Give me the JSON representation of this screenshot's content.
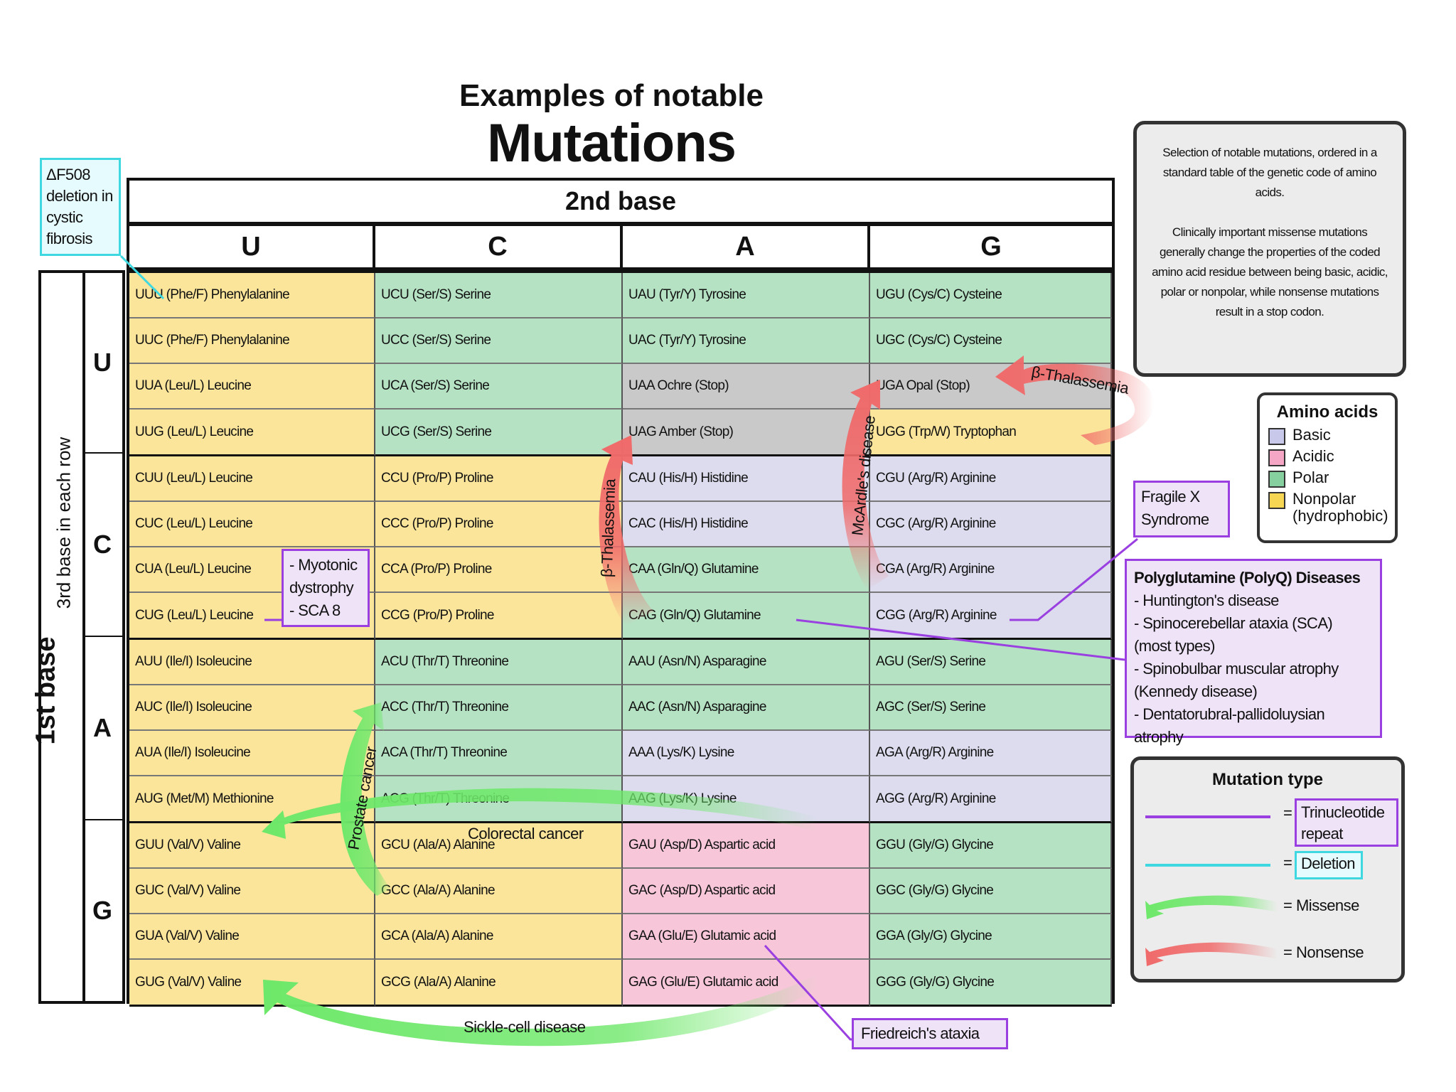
{
  "title_line1": "Examples of notable",
  "title_line2": "Mutations",
  "second_base_label": "2nd base",
  "first_base_label": "1st base",
  "third_base_label": "3rd base in each row",
  "column_headers": [
    "U",
    "C",
    "A",
    "G"
  ],
  "row_headers": [
    "U",
    "C",
    "A",
    "G"
  ],
  "cells": [
    [
      [
        {
          "text": "UUU (Phe/F) Phenylalanine",
          "class": "nonpolar"
        },
        {
          "text": "UUC (Phe/F) Phenylalanine",
          "class": "nonpolar"
        },
        {
          "text": "UUA (Leu/L) Leucine",
          "class": "nonpolar"
        },
        {
          "text": "UUG (Leu/L) Leucine",
          "class": "nonpolar"
        }
      ],
      [
        {
          "text": "UCU (Ser/S) Serine",
          "class": "polar"
        },
        {
          "text": "UCC (Ser/S) Serine",
          "class": "polar"
        },
        {
          "text": "UCA (Ser/S) Serine",
          "class": "polar"
        },
        {
          "text": "UCG (Ser/S) Serine",
          "class": "polar"
        }
      ],
      [
        {
          "text": "UAU (Tyr/Y) Tyrosine",
          "class": "polar"
        },
        {
          "text": "UAC (Tyr/Y) Tyrosine",
          "class": "polar"
        },
        {
          "text": "UAA Ochre (Stop)",
          "class": "stop"
        },
        {
          "text": "UAG Amber (Stop)",
          "class": "stop"
        }
      ],
      [
        {
          "text": "UGU (Cys/C) Cysteine",
          "class": "polar"
        },
        {
          "text": "UGC (Cys/C) Cysteine",
          "class": "polar"
        },
        {
          "text": "UGA Opal (Stop)",
          "class": "stop"
        },
        {
          "text": "UGG (Trp/W) Tryptophan",
          "class": "nonpolar"
        }
      ]
    ],
    [
      [
        {
          "text": "CUU (Leu/L) Leucine",
          "class": "nonpolar"
        },
        {
          "text": "CUC (Leu/L) Leucine",
          "class": "nonpolar"
        },
        {
          "text": "CUA (Leu/L) Leucine",
          "class": "nonpolar"
        },
        {
          "text": "CUG (Leu/L) Leucine",
          "class": "nonpolar"
        }
      ],
      [
        {
          "text": "CCU (Pro/P) Proline",
          "class": "nonpolar"
        },
        {
          "text": "CCC (Pro/P) Proline",
          "class": "nonpolar"
        },
        {
          "text": "CCA (Pro/P) Proline",
          "class": "nonpolar"
        },
        {
          "text": "CCG (Pro/P) Proline",
          "class": "nonpolar"
        }
      ],
      [
        {
          "text": "CAU (His/H) Histidine",
          "class": "basic"
        },
        {
          "text": "CAC (His/H) Histidine",
          "class": "basic"
        },
        {
          "text": "CAA (Gln/Q) Glutamine",
          "class": "polar"
        },
        {
          "text": "CAG (Gln/Q) Glutamine",
          "class": "polar"
        }
      ],
      [
        {
          "text": "CGU (Arg/R) Arginine",
          "class": "basic"
        },
        {
          "text": "CGC (Arg/R) Arginine",
          "class": "basic"
        },
        {
          "text": "CGA (Arg/R) Arginine",
          "class": "basic"
        },
        {
          "text": "CGG (Arg/R) Arginine",
          "class": "basic"
        }
      ]
    ],
    [
      [
        {
          "text": "AUU (Ile/I) Isoleucine",
          "class": "nonpolar"
        },
        {
          "text": "AUC (Ile/I) Isoleucine",
          "class": "nonpolar"
        },
        {
          "text": "AUA (Ile/I) Isoleucine",
          "class": "nonpolar"
        },
        {
          "text": "AUG (Met/M) Methionine",
          "class": "nonpolar"
        }
      ],
      [
        {
          "text": "ACU (Thr/T) Threonine",
          "class": "polar"
        },
        {
          "text": "ACC (Thr/T) Threonine",
          "class": "polar"
        },
        {
          "text": "ACA (Thr/T) Threonine",
          "class": "polar"
        },
        {
          "text": "ACG (Thr/T) Threonine",
          "class": "polar"
        }
      ],
      [
        {
          "text": "AAU (Asn/N) Asparagine",
          "class": "polar"
        },
        {
          "text": "AAC (Asn/N) Asparagine",
          "class": "polar"
        },
        {
          "text": "AAA (Lys/K) Lysine",
          "class": "basic"
        },
        {
          "text": "AAG (Lys/K) Lysine",
          "class": "basic"
        }
      ],
      [
        {
          "text": "AGU (Ser/S) Serine",
          "class": "polar"
        },
        {
          "text": "AGC (Ser/S) Serine",
          "class": "polar"
        },
        {
          "text": "AGA (Arg/R) Arginine",
          "class": "basic"
        },
        {
          "text": "AGG (Arg/R) Arginine",
          "class": "basic"
        }
      ]
    ],
    [
      [
        {
          "text": "GUU (Val/V) Valine",
          "class": "nonpolar"
        },
        {
          "text": "GUC (Val/V) Valine",
          "class": "nonpolar"
        },
        {
          "text": "GUA (Val/V) Valine",
          "class": "nonpolar"
        },
        {
          "text": "GUG (Val/V) Valine",
          "class": "nonpolar"
        }
      ],
      [
        {
          "text": "GCU (Ala/A) Alanine",
          "class": "nonpolar"
        },
        {
          "text": "GCC (Ala/A) Alanine",
          "class": "nonpolar"
        },
        {
          "text": "GCA (Ala/A) Alanine",
          "class": "nonpolar"
        },
        {
          "text": "GCG (Ala/A) Alanine",
          "class": "nonpolar"
        }
      ],
      [
        {
          "text": "GAU (Asp/D) Aspartic acid",
          "class": "acidic"
        },
        {
          "text": "GAC (Asp/D) Aspartic acid",
          "class": "acidic"
        },
        {
          "text": "GAA (Glu/E) Glutamic acid",
          "class": "acidic"
        },
        {
          "text": "GAG (Glu/E) Glutamic acid",
          "class": "acidic"
        }
      ],
      [
        {
          "text": "GGU (Gly/G) Glycine",
          "class": "polar"
        },
        {
          "text": "GGC (Gly/G) Glycine",
          "class": "polar"
        },
        {
          "text": "GGA (Gly/G) Glycine",
          "class": "polar"
        },
        {
          "text": "GGG (Gly/G) Glycine",
          "class": "polar"
        }
      ]
    ]
  ],
  "info_text": {
    "para1": "Selection of notable mutations, ordered in a standard table of the genetic code of amino acids.",
    "para2": "Clinically important missense mutations generally change the properties of the coded amino acid residue between being basic, acidic, polar or nonpolar, while nonsense mutations result in a stop codon."
  },
  "amino_legend": {
    "title": "Amino acids",
    "items": [
      {
        "label": "Basic",
        "color": "#c8c8ea"
      },
      {
        "label": "Acidic",
        "color": "#f4a6c4"
      },
      {
        "label": "Polar",
        "color": "#86d0a0"
      },
      {
        "label": "Nonpolar (hydrophobic)",
        "color": "#f6d652"
      }
    ]
  },
  "mutation_type": {
    "title": "Mutation type",
    "trinucleotide": "Trinucleotide repeat",
    "deletion": "Deletion",
    "missense": "Missense",
    "nonsense": "Nonsense",
    "eq": "="
  },
  "callouts": {
    "df508": "ΔF508 deletion in cystic fibrosis",
    "myotonic": "- Myotonic dystrophy - SCA 8",
    "fragile_x": "Fragile X Syndrome",
    "polyq_title": "Polyglutamine (PolyQ) Diseases",
    "polyq_items": [
      "- Huntington's disease",
      "- Spinocerebellar ataxia (SCA) (most types)",
      "- Spinobulbar muscular atrophy (Kennedy disease)",
      "- Dentatorubral-pallidoluysian atrophy"
    ],
    "friedreich": "Friedreich's ataxia"
  },
  "arrow_labels": {
    "b_thal_1": "β-Thalassemia",
    "b_thal_2": "β-Thalassemia",
    "mcardle": "McArdle's disease",
    "prostate": "Prostate cancer",
    "colorectal": "Colorectal cancer",
    "sickle": "Sickle-cell disease"
  },
  "colors": {
    "missense": "#6ee86a",
    "nonsense": "#f06a6a",
    "trinucleotide": "#9a3fe0",
    "deletion": "#40d8e0"
  }
}
